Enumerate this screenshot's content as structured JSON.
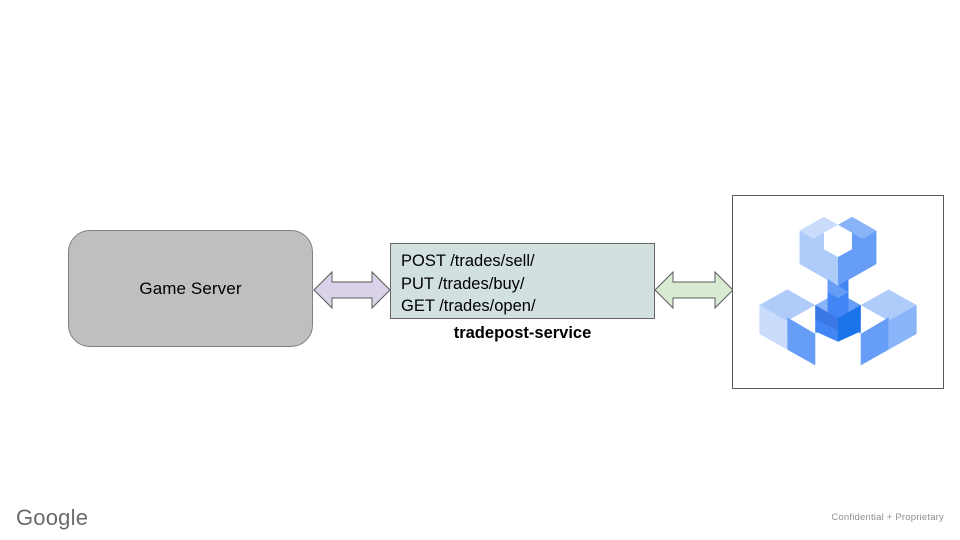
{
  "slide": {
    "background_color": "#ffffff"
  },
  "nodes": {
    "game_server": {
      "label": "Game Server",
      "fill_color": "#bfbfbf",
      "border_color": "#808080",
      "shape": "rounded-rectangle"
    },
    "tradepost_service": {
      "caption": "tradepost-service",
      "fill_color": "#d3e0e0",
      "border_color": "#666666",
      "shape": "rectangle",
      "endpoints": [
        "POST /trades/sell/",
        "PUT /trades/buy/",
        "GET /trades/open/"
      ]
    },
    "tools_logo": {
      "icon_name": "three-way-wrench-icon",
      "border_color": "#595959",
      "colors": {
        "light": "#aecbfa",
        "medium": "#669df6",
        "dark": "#1a73e8",
        "mid_blue": "#4285f4"
      }
    }
  },
  "connectors": [
    {
      "name": "game-server-to-tradepost",
      "style": "double-headed-arrow",
      "fill_color": "#d9d2e9",
      "border_color": "#5b5b5b"
    },
    {
      "name": "tradepost-to-tools",
      "style": "double-headed-arrow",
      "fill_color": "#d9ead3",
      "border_color": "#5b5b5b"
    }
  ],
  "footer": {
    "brand": "Google",
    "brand_color": "#6a6a6a",
    "confidential_note": "Confidential + Proprietary",
    "note_color": "#8f8f8f"
  }
}
